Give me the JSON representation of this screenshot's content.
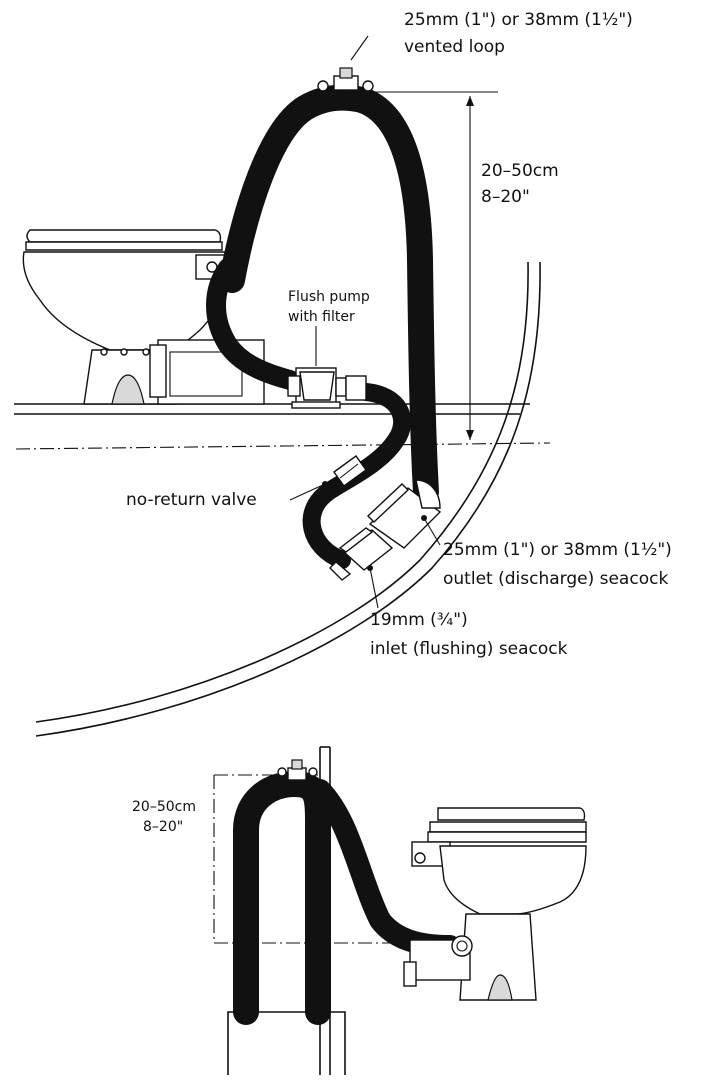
{
  "top_diagram": {
    "vented_loop_line1": "25mm (1\") or 38mm (1½\")",
    "vented_loop_line2": "vented loop",
    "height_line1": "20–50cm",
    "height_line2": "8–20\"",
    "pump_line1": "Flush pump",
    "pump_line2": "with filter",
    "valve": "no-return valve",
    "outlet_line1": "25mm (1\") or 38mm (1½\")",
    "outlet_line2": "outlet (discharge) seacock",
    "inlet_line1": "19mm (¾\")",
    "inlet_line2": "inlet (flushing) seacock"
  },
  "bottom_diagram": {
    "height_line1": "20–50cm",
    "height_line2": "8–20\""
  }
}
